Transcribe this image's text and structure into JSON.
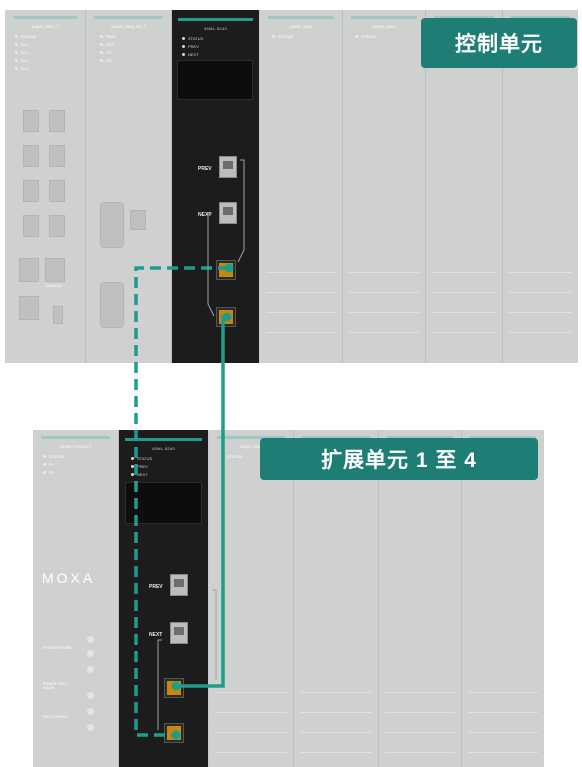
{
  "top_unit": {
    "label": "控制单元",
    "left_modules": [
      {
        "title": "45MR-1601-T",
        "indicators": [
          "STATUS",
          "DI 0",
          "DI 1",
          "DI 2",
          "DI 3"
        ]
      },
      {
        "title": "45MR-1600-SS-T",
        "indicators": [
          "PWR",
          "RDY",
          "TX",
          "RX"
        ]
      }
    ],
    "cpu_module": {
      "title": "45ML-5240",
      "indicators": [
        "STATUS",
        "PREV",
        "NEXT"
      ],
      "port_prev": "PREV",
      "port_next": "NEXT"
    },
    "right_modules": [
      {
        "title": "45MR-2601",
        "indicators": [
          "STATUS"
        ]
      },
      {
        "title": "45MR-2601",
        "indicators": [
          "STATUS"
        ]
      },
      {
        "title": "",
        "indicators": []
      },
      {
        "title": "",
        "indicators": []
      }
    ],
    "console_label": "CONSOLE"
  },
  "bottom_unit": {
    "label": "扩展单元 1 至 4",
    "left_module": {
      "title": "45MR-PS0001T",
      "indicators": [
        "STATUS",
        "P1",
        "P2"
      ]
    },
    "brand": "MOXA",
    "power_labels": [
      "SYSTEM POWER",
      "POWER INPUT SEL/IN",
      "FIELD POWER"
    ],
    "cpu_module": {
      "title": "45ML-5240",
      "indicators": [
        "STATUS",
        "PREV",
        "NEXT"
      ],
      "port_prev": "PREV",
      "port_next": "NEXT"
    },
    "right_modules": [
      {
        "title": "45MR-1601",
        "indicators": [
          "STATUS"
        ]
      },
      {
        "title": "",
        "indicators": []
      },
      {
        "title": "",
        "indicators": []
      },
      {
        "title": "",
        "indicators": []
      }
    ]
  },
  "colors": {
    "wire": "#1e9d8f",
    "ribbon": "#1e7d75",
    "accent_bar": "#1e9d8f"
  }
}
